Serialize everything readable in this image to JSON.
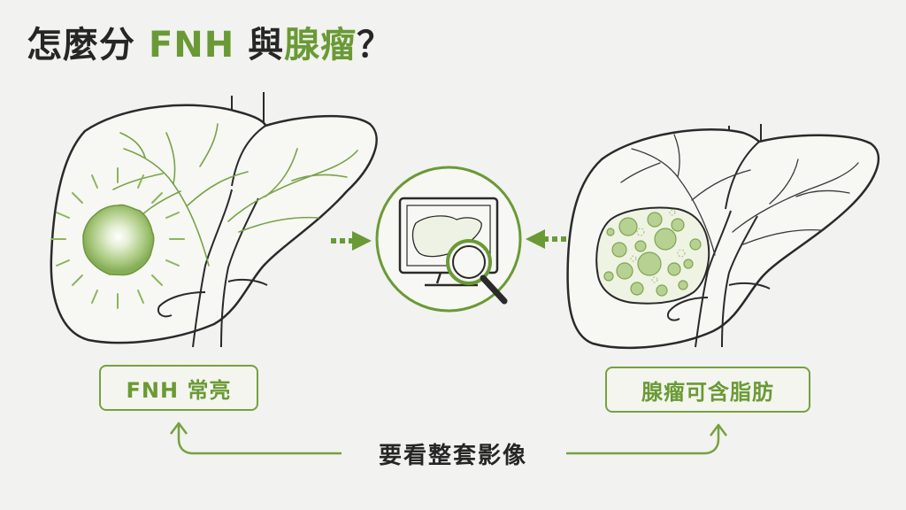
{
  "title": {
    "prefix": "怎麼分 ",
    "term1": "FNH",
    "joiner": " 與",
    "term2": "腺瘤",
    "suffix": "？"
  },
  "labels": {
    "fnh": "FNH 常亮",
    "adenoma": "腺瘤可含脂肪"
  },
  "bottom_text": "要看整套影像",
  "colors": {
    "accent": "#6a9a35",
    "ink": "#262626",
    "lesion_fill": "#a9c97f"
  },
  "icons": {
    "center": "monitor-magnifier-icon",
    "left_arrow": "arrow-right-icon",
    "right_arrow": "arrow-left-icon"
  }
}
